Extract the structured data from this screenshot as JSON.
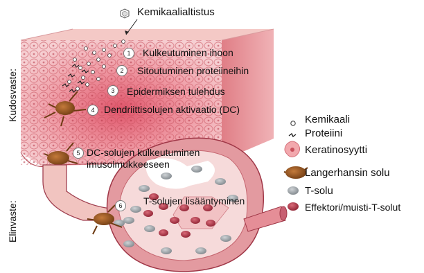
{
  "chemical_label": "Kemikaalialtistus",
  "side_labels": {
    "tissue": "Kudosvaste:",
    "systemic": "Elinvaste:"
  },
  "steps": [
    {
      "num": "1",
      "label": "Kulkeutuminen ihoon"
    },
    {
      "num": "2",
      "label": "Sitoutuminen proteiineihin"
    },
    {
      "num": "3",
      "label": "Epidermiksen tulehdus"
    },
    {
      "num": "4",
      "label": "Dendriittisolujen aktivaatio (DC)"
    },
    {
      "num": "5",
      "label_line1": "DC-solujen kulkeutuminen",
      "label_line2": "imusolmukkeeseen"
    },
    {
      "num": "6",
      "label": "T-solujen lisääntyminen"
    }
  ],
  "legend": [
    {
      "icon": "chemical-icon",
      "label": "Kemikaali"
    },
    {
      "icon": "protein-icon",
      "label": "Proteiini"
    },
    {
      "icon": "keratinocyte-icon",
      "label": "Keratinosyytti"
    },
    {
      "icon": "langerhans-cell-icon",
      "label": "Langerhansin solu"
    },
    {
      "icon": "t-cell-icon",
      "label": "T-solu"
    },
    {
      "icon": "effector-memory-t-cell-icon",
      "label": "Effektori/muisti-T-solut"
    }
  ]
}
